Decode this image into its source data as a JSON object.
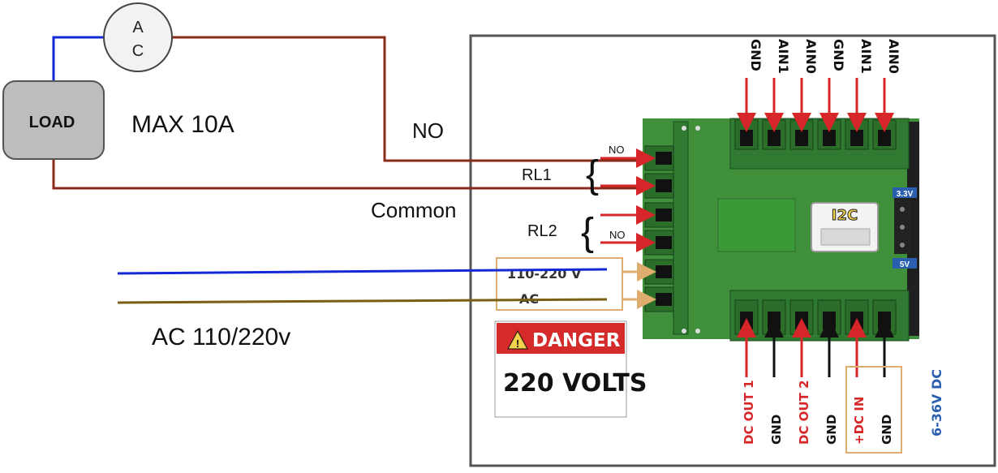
{
  "ac_source": {
    "line1": "A",
    "line2": "C"
  },
  "load": {
    "label": "LOAD",
    "max_current": "MAX 10A"
  },
  "wire_labels": {
    "no": "NO",
    "common": "Common",
    "ac_supply": "AC 110/220v"
  },
  "relays": {
    "rl1": {
      "label": "RL1",
      "no_label": "NO"
    },
    "rl2": {
      "label": "RL2",
      "no_label": "NO"
    }
  },
  "ac_input": {
    "line1": "110-220 V",
    "line2": "AC"
  },
  "danger_sign": {
    "header": "DANGER",
    "body": "220 VOLTS"
  },
  "top_pins": [
    "GND",
    "AIN1",
    "AIN0",
    "GND",
    "AIN1",
    "AIN0"
  ],
  "bottom_pins": [
    "DC OUT 1",
    "GND",
    "DC OUT 2",
    "GND",
    "+DC IN",
    "GND"
  ],
  "i2c_label": "I2C",
  "voltage_pins": {
    "top": "3.3V",
    "bottom": "5V"
  },
  "supply_range": "6-36V DC",
  "colors": {
    "blue_wire": "#1428d6",
    "brown_wire": "#8b2a1a",
    "ac_wire": "#7a5e12",
    "board_green": "#3f8f3b",
    "terminal_green": "#2f7a30",
    "red_pin": "#d7262a",
    "tan_box": "#dfae6e",
    "danger_red": "#d42a2a",
    "supply_blue": "#2a5fb0"
  }
}
